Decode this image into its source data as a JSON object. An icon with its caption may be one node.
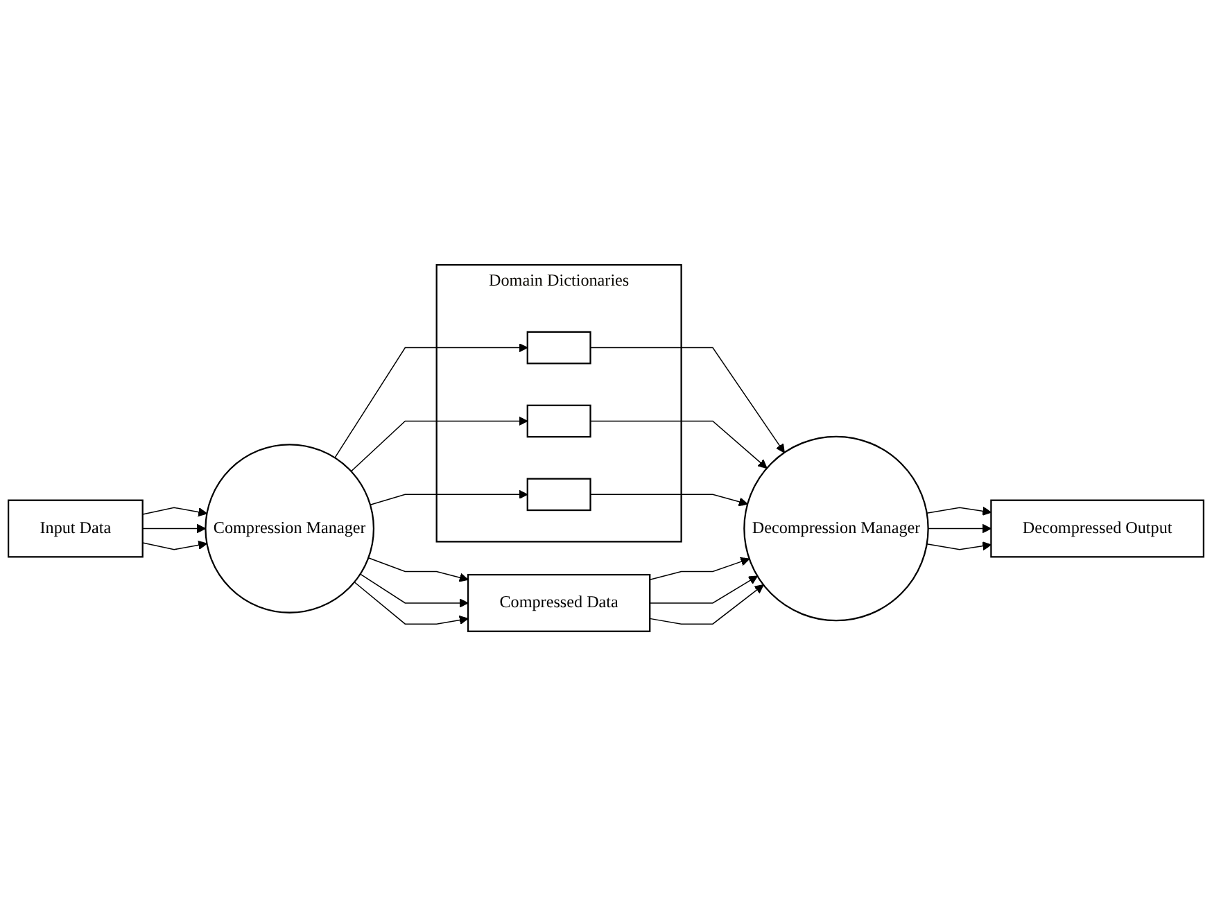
{
  "diagram": {
    "nodes": [
      {
        "text": [
          "Input Data"
        ]
      },
      {
        "text": [
          "Decompressed Output"
        ]
      },
      {
        "text": [
          "Compression Manager"
        ]
      },
      {
        "text": [
          "Decompression Manager"
        ]
      },
      {
        "text": [
          "Domain Dictionaries"
        ]
      },
      {
        "text": [],
        "shape": "box",
        "in": 4
      },
      {
        "text": [],
        "shape": "box",
        "in": 4
      },
      {
        "text": [],
        "shape": "box",
        "in": 4
      },
      {
        "text": [
          "Compressed Data"
        ]
      }
    ],
    "edges": [
      {
        "from": 0,
        "to": 2,
        "arrow": "to"
      },
      {
        "from": 0,
        "to": 2,
        "arrow": "to"
      },
      {
        "from": 0,
        "to": 2,
        "arrow": "to"
      },
      {
        "from": 2,
        "to": 8,
        "arrow": "to"
      },
      {
        "from": 2,
        "to": 8,
        "arrow": "to"
      },
      {
        "from": 2,
        "to": 8,
        "arrow": "to"
      },
      {
        "from": 2,
        "to": 5,
        "arrow": "to"
      },
      {
        "from": 2,
        "to": 6,
        "arrow": "to"
      },
      {
        "from": 2,
        "to": 7,
        "arrow": "to"
      },
      {
        "from": 5,
        "to": 3,
        "arrow": "to"
      },
      {
        "from": 6,
        "to": 3,
        "arrow": "to"
      },
      {
        "from": 7,
        "to": 3,
        "arrow": "to"
      },
      {
        "from": 8,
        "to": 3,
        "arrow": "to"
      },
      {
        "from": 8,
        "to": 3,
        "arrow": "to"
      },
      {
        "from": 8,
        "to": 3,
        "arrow": "to"
      },
      {
        "from": 3,
        "to": 1,
        "arrow": "to"
      },
      {
        "from": 3,
        "to": 1,
        "arrow": "to"
      },
      {
        "from": 3,
        "to": 1,
        "arrow": "to"
      }
    ]
  }
}
